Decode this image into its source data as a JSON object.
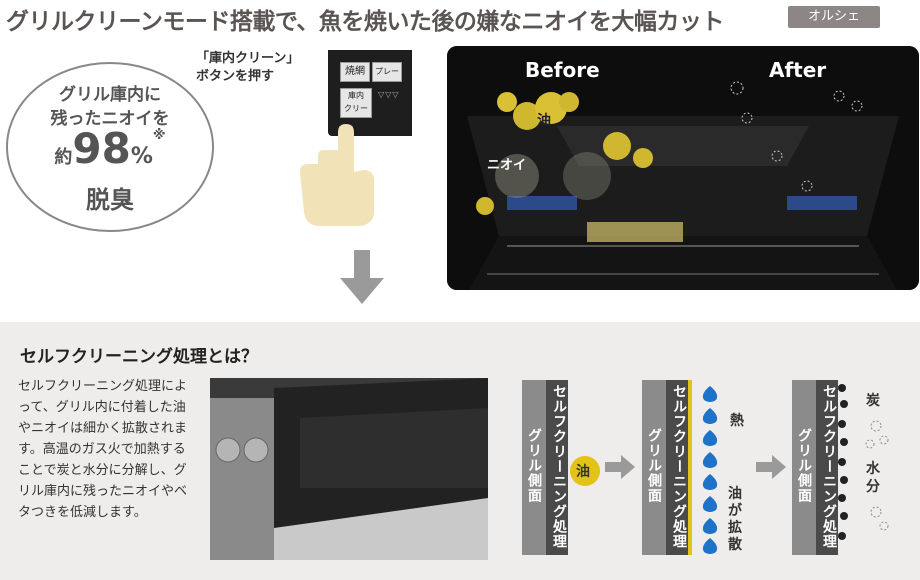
{
  "header": {
    "headline": "グリルクリーンモード搭載で、魚を焼いた後の嫌なニオイを大幅カット",
    "tag": "オルシェ"
  },
  "circle": {
    "line1": "グリル庫内に",
    "line2": "残ったニオイを",
    "prefix": "約",
    "number": "98",
    "percent": "%",
    "note": "※",
    "line4": "脱臭"
  },
  "instruction": {
    "line1": "「庫内クリーン」",
    "line2": "ボタンを押す"
  },
  "panel": {
    "btn1": "焼網",
    "btn2": "プレート",
    "btn3_l1": "庫内",
    "btn3_l2": "クリーン",
    "dots": "▽▽▽"
  },
  "photo": {
    "before": "Before",
    "after": "After",
    "oil": "油",
    "smell": "ニオイ"
  },
  "section": {
    "title": "セルフクリーニング処理とは？",
    "body": "セルフクリーニング処理によって、グリル内に付着した油やニオイは細かく拡散されます。高温のガス火で加熱することで炭と水分に分解し、グリル庫内に残ったニオイやベタつきを低減します。"
  },
  "diagrams": {
    "outer_label": "グリル側面",
    "inner_label": "セルフクリーニング処理",
    "d1_oil": "油",
    "d2_heat": "熱",
    "d2_spread": "油が拡散",
    "d3_charcoal": "炭",
    "d3_water": "水分"
  },
  "colors": {
    "oil": "#e3c21a",
    "water": "#1e73c8",
    "arrow": "#9a9a9a",
    "hand": "#f2e2b8"
  }
}
